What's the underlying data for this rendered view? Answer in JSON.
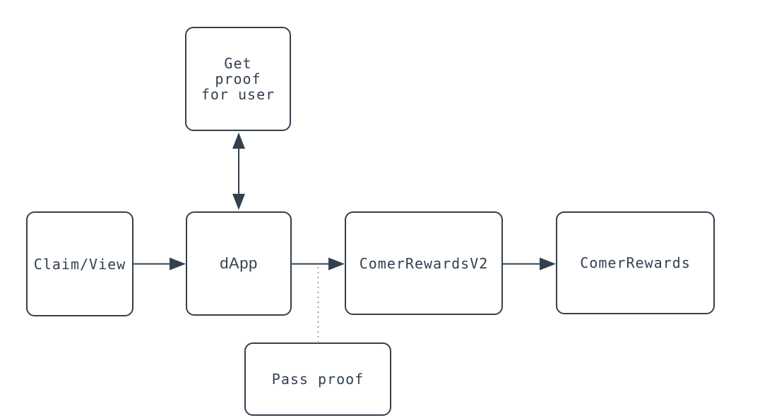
{
  "diagram": {
    "background_color": "#ffffff",
    "stroke_color": "#33404f",
    "text_color": "#33404f",
    "dotted_line_color": "#7d7d7d",
    "nodes": [
      {
        "id": "get-proof-for-user",
        "label": "Get\nproof\nfor user"
      },
      {
        "id": "claim-view",
        "label": "Claim/View"
      },
      {
        "id": "dapp",
        "label": "dApp"
      },
      {
        "id": "comer-rewards-v2",
        "label": "ComerRewardsV2"
      },
      {
        "id": "comer-rewards",
        "label": "ComerRewards"
      },
      {
        "id": "pass-proof",
        "label": "Pass proof"
      }
    ],
    "edges": [
      {
        "from": "claim-view",
        "to": "dapp",
        "type": "arrow"
      },
      {
        "from": "dapp",
        "to": "comer-rewards-v2",
        "type": "arrow"
      },
      {
        "from": "comer-rewards-v2",
        "to": "comer-rewards",
        "type": "arrow"
      },
      {
        "from": "get-proof-for-user",
        "to": "dapp",
        "type": "double-arrow"
      },
      {
        "from": "pass-proof",
        "to": "edge:dapp->comer-rewards-v2",
        "type": "dotted-line"
      }
    ]
  }
}
